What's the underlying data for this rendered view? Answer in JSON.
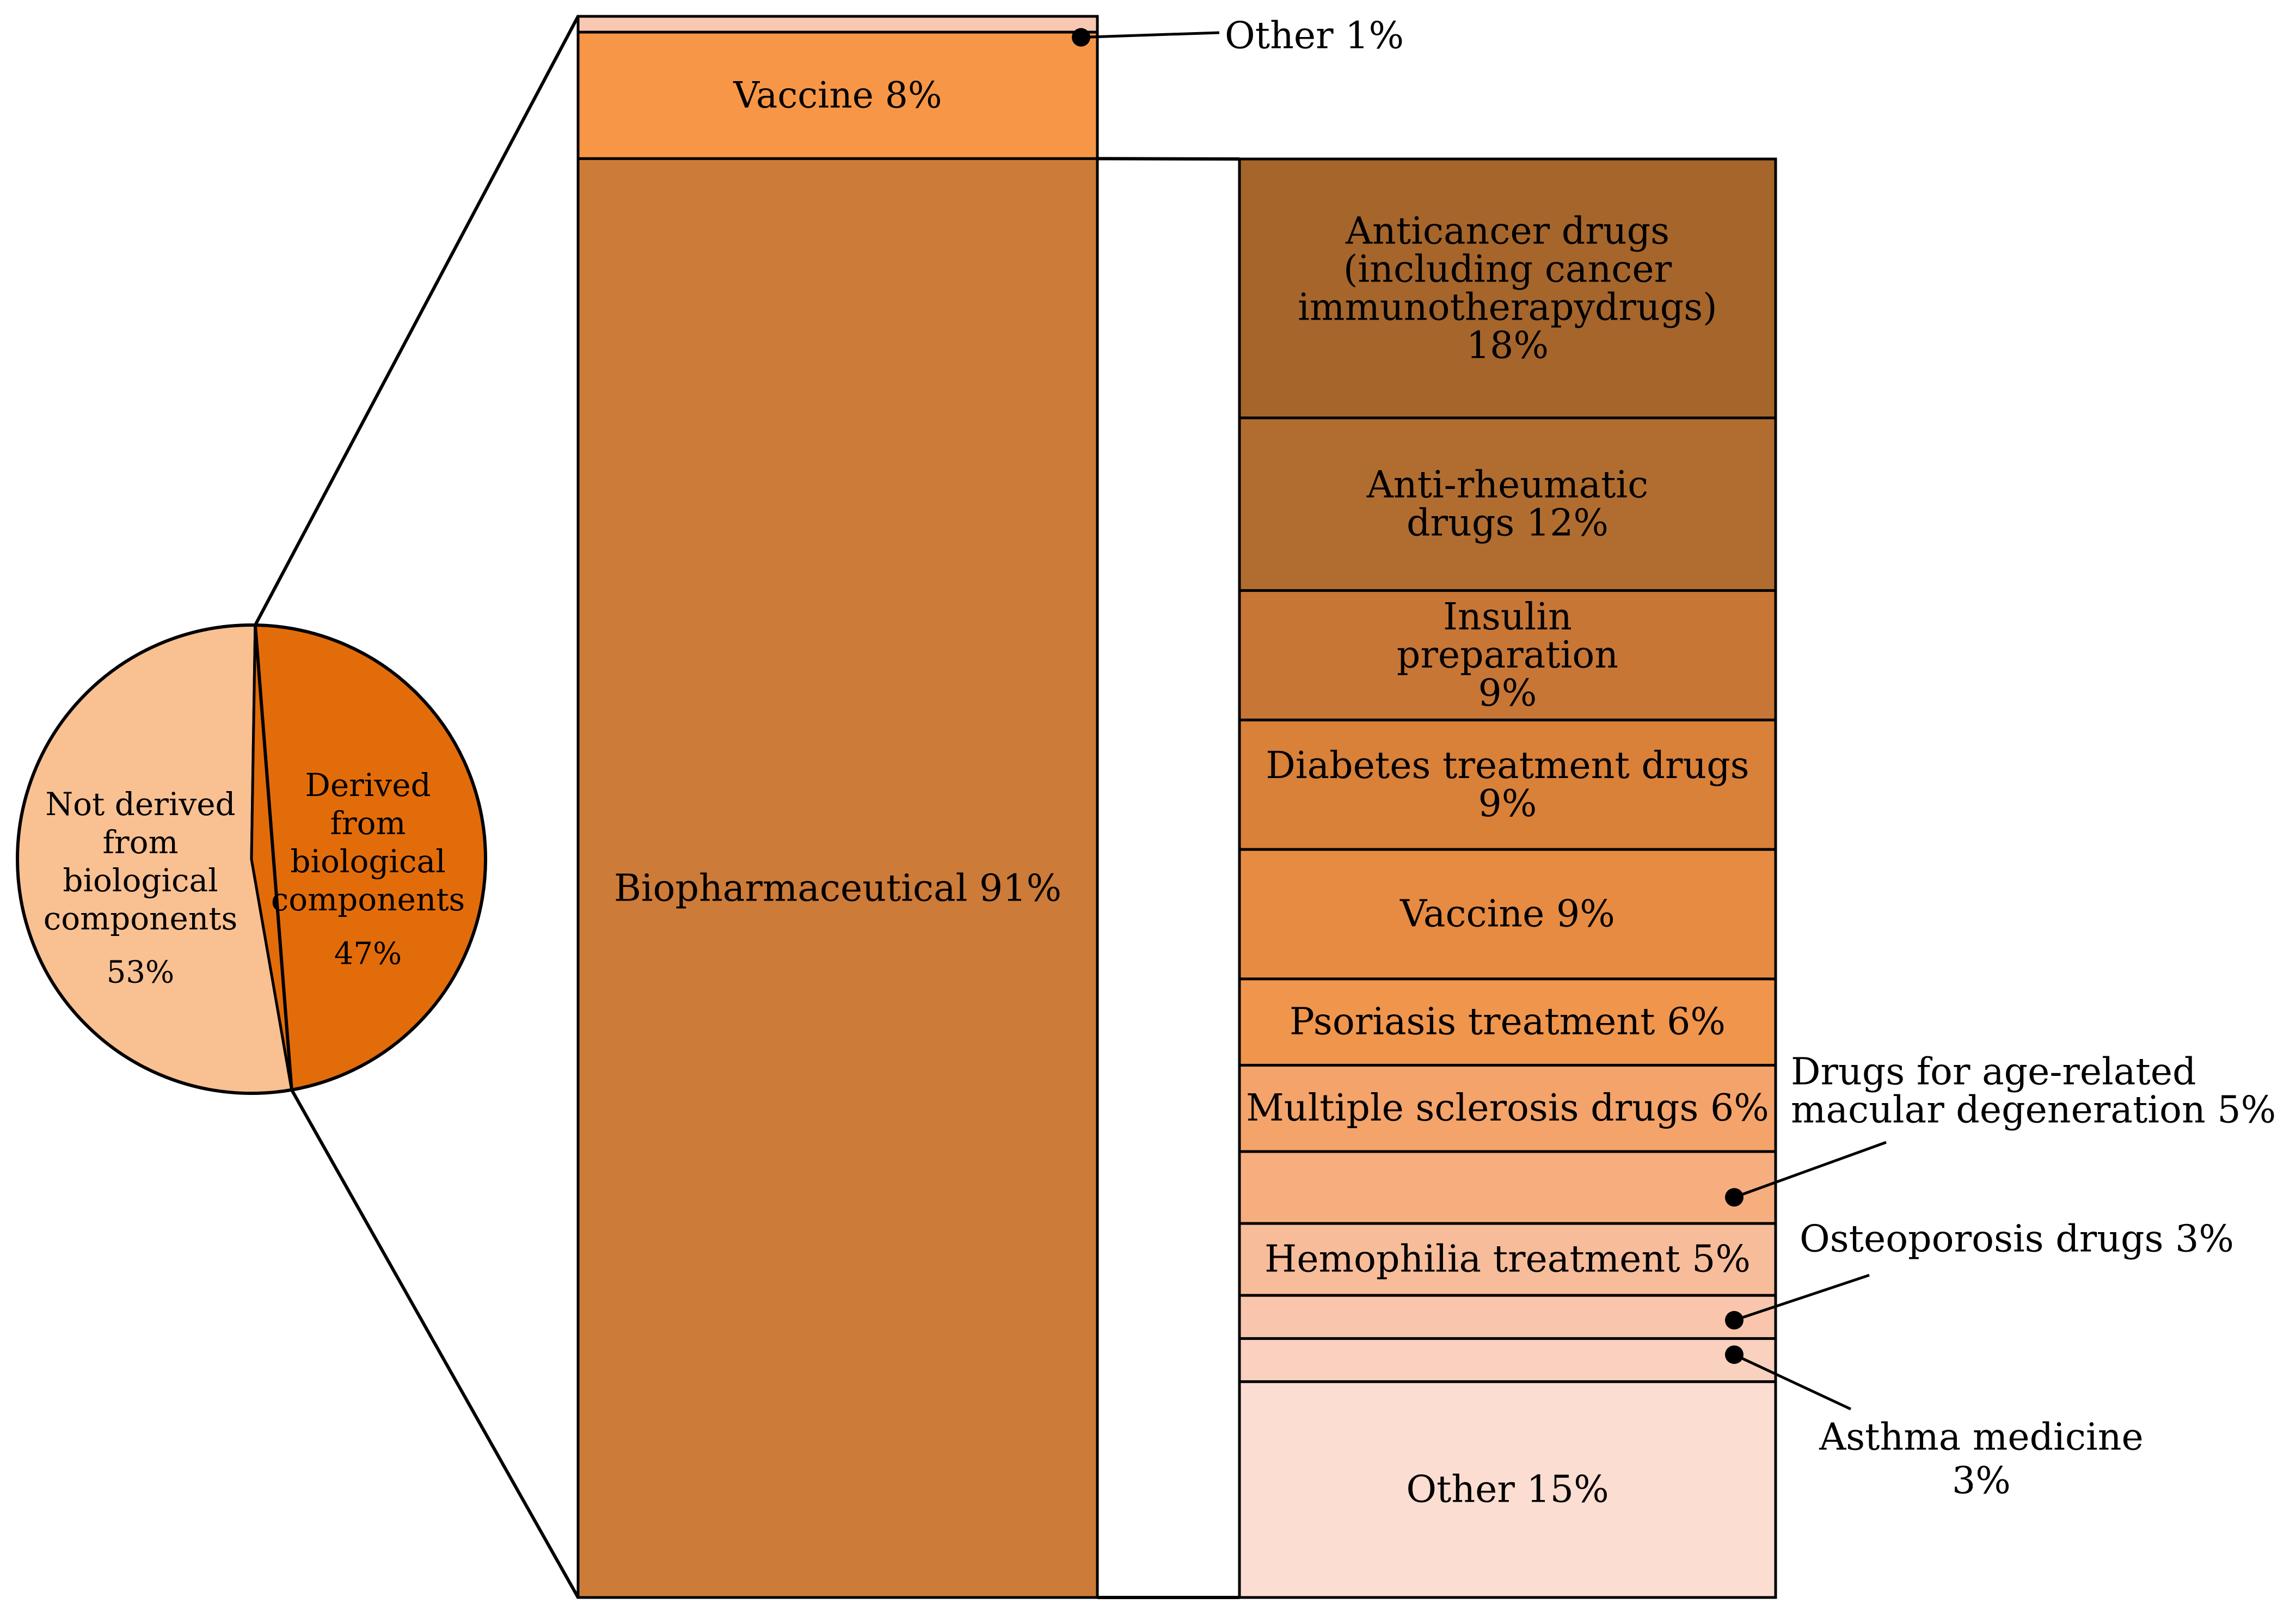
{
  "chart_data": [
    {
      "type": "pie",
      "slices": [
        {
          "label_lines": [
            "Not derived",
            "from",
            "biological",
            "components"
          ],
          "value_label": "53%",
          "value": 53,
          "color": "#F9C092"
        },
        {
          "label_lines": [
            "Derived",
            "from",
            "biological",
            "components"
          ],
          "value_label": "47%",
          "value": 47,
          "color": "#E36C0A"
        }
      ]
    },
    {
      "type": "bar",
      "stacked": true,
      "segments": [
        {
          "label_lines": [
            "Other 1%"
          ],
          "value": 1,
          "color": "#F8C8B2",
          "callout": true
        },
        {
          "label_lines": [
            "Vaccine 8%"
          ],
          "value": 8,
          "color": "#F79646"
        },
        {
          "label_lines": [
            "Biopharmaceutical  91%"
          ],
          "value": 91,
          "color": "#CD7B39"
        }
      ]
    },
    {
      "type": "bar",
      "stacked": true,
      "segments": [
        {
          "label_lines": [
            "Anticancer drugs",
            "(including cancer",
            "immunotherapydrugs)",
            "18%"
          ],
          "value": 18,
          "color": "#A5652B"
        },
        {
          "label_lines": [
            "Anti-rheumatic",
            "drugs   12%"
          ],
          "value": 12,
          "color": "#B16D30"
        },
        {
          "label_lines": [
            "Insulin",
            "preparation",
            "9%"
          ],
          "value": 9,
          "color": "#C87636"
        },
        {
          "label_lines": [
            "Diabetes treatment drugs",
            "9%"
          ],
          "value": 9,
          "color": "#D98039"
        },
        {
          "label_lines": [
            "Vaccine 9%"
          ],
          "value": 9,
          "color": "#E78B42"
        },
        {
          "label_lines": [
            "Psoriasis treatment   6%"
          ],
          "value": 6,
          "color": "#F0954C"
        },
        {
          "label_lines": [
            "Multiple sclerosis drugs 6%"
          ],
          "value": 6,
          "color": "#F4A36A"
        },
        {
          "label_lines": [
            "Drugs for age-related",
            "macular degeneration 5%"
          ],
          "value": 5,
          "color": "#F6AE7F",
          "callout": true
        },
        {
          "label_lines": [
            "Hemophilia treatment 5%"
          ],
          "value": 5,
          "color": "#F7BC9A"
        },
        {
          "label_lines": [
            "Osteoporosis drugs   3%"
          ],
          "value": 3,
          "color": "#F9C6AD",
          "callout": true
        },
        {
          "label_lines": [
            "Asthma medicine",
            "3%"
          ],
          "value": 3,
          "color": "#FAD0BE",
          "callout": true
        },
        {
          "label_lines": [
            "Other 15%"
          ],
          "value": 15,
          "color": "#FBDDD1"
        }
      ]
    }
  ]
}
